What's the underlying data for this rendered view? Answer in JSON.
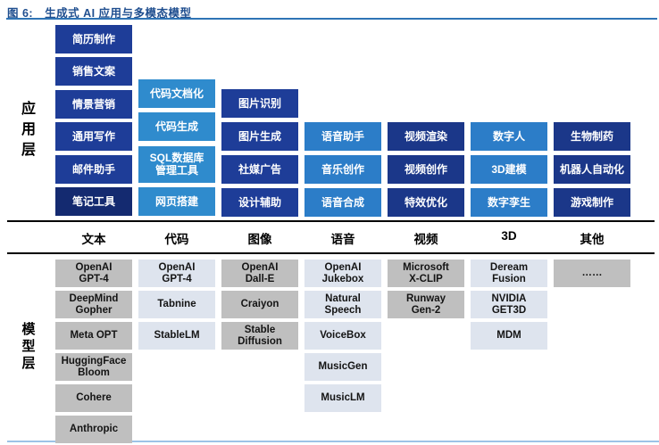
{
  "figure": {
    "tag": "图 6:",
    "title": "生成式 AI 应用与多模态模型"
  },
  "layers": {
    "application": {
      "label": "应用层"
    },
    "model": {
      "label": "模型层"
    }
  },
  "palette": {
    "navy": "#1e3d98",
    "navy_dark": "#142a70",
    "navy_mid": "#1b3789",
    "blue": "#2c7dc8",
    "blue_light": "#2f8bcd",
    "gray_dark": "#bfbfbf",
    "gray_light": "#dee4ee",
    "title_text": "#1f4e8f",
    "title_rule": "#2e74b5",
    "divider": "#000000",
    "bottom_rule": "#9dc3e6"
  },
  "columns": [
    {
      "header": "文本",
      "app": {
        "color": "navy",
        "items": [
          {
            "label": "简历制作"
          },
          {
            "label": "销售文案"
          },
          {
            "label": "情景营销"
          },
          {
            "label": "通用写作"
          },
          {
            "label": "邮件助手"
          },
          {
            "label": "笔记工具",
            "color": "navy_dark"
          }
        ]
      },
      "model": {
        "color": "gray_dark",
        "items": [
          {
            "label": "OpenAI\nGPT-4"
          },
          {
            "label": "DeepMind\nGopher"
          },
          {
            "label": "Meta OPT"
          },
          {
            "label": "HuggingFace\nBloom"
          },
          {
            "label": "Cohere"
          },
          {
            "label": "Anthropic"
          }
        ]
      }
    },
    {
      "header": "代码",
      "app": {
        "color": "blue_light",
        "items": [
          {
            "label": "代码文档化"
          },
          {
            "label": "代码生成"
          },
          {
            "label": "SQL数据库\n管理工具",
            "tall": true
          },
          {
            "label": "网页搭建"
          }
        ]
      },
      "model": {
        "color": "gray_light",
        "items": [
          {
            "label": "OpenAI\nGPT-4"
          },
          {
            "label": "Tabnine"
          },
          {
            "label": "StableLM"
          }
        ]
      }
    },
    {
      "header": "图像",
      "app": {
        "color": "navy",
        "items": [
          {
            "label": "图片识别"
          },
          {
            "label": "图片生成"
          },
          {
            "label": "社媒广告"
          },
          {
            "label": "设计辅助"
          }
        ]
      },
      "model": {
        "color": "gray_dark",
        "items": [
          {
            "label": "OpenAI\nDall-E"
          },
          {
            "label": "Craiyon"
          },
          {
            "label": "Stable\nDiffusion"
          }
        ]
      }
    },
    {
      "header": "语音",
      "app": {
        "color": "blue",
        "items": [
          {
            "label": "语音助手"
          },
          {
            "label": "音乐创作"
          },
          {
            "label": "语音合成"
          }
        ]
      },
      "model": {
        "color": "gray_light",
        "items": [
          {
            "label": "OpenAI\nJukebox"
          },
          {
            "label": "Natural\nSpeech"
          },
          {
            "label": "VoiceBox"
          },
          {
            "label": "MusicGen"
          },
          {
            "label": "MusicLM"
          }
        ]
      }
    },
    {
      "header": "视频",
      "app": {
        "color": "navy_mid",
        "items": [
          {
            "label": "视频渲染"
          },
          {
            "label": "视频创作"
          },
          {
            "label": "特效优化"
          }
        ]
      },
      "model": {
        "color": "gray_dark",
        "items": [
          {
            "label": "Microsoft\nX-CLIP"
          },
          {
            "label": "Runway\nGen-2"
          }
        ]
      }
    },
    {
      "header": "3D",
      "app": {
        "color": "blue",
        "items": [
          {
            "label": "数字人"
          },
          {
            "label": "3D建模"
          },
          {
            "label": "数字孪生"
          }
        ]
      },
      "model": {
        "color": "gray_light",
        "items": [
          {
            "label": "Deream\nFusion"
          },
          {
            "label": "NVIDIA\nGET3D"
          },
          {
            "label": "MDM"
          }
        ]
      }
    },
    {
      "header": "其他",
      "app": {
        "color": "navy_mid",
        "items": [
          {
            "label": "生物制药"
          },
          {
            "label": "机器人自动化"
          },
          {
            "label": "游戏制作"
          }
        ]
      },
      "model": {
        "color": "gray_dark",
        "items": [
          {
            "label": "……"
          }
        ]
      }
    }
  ]
}
